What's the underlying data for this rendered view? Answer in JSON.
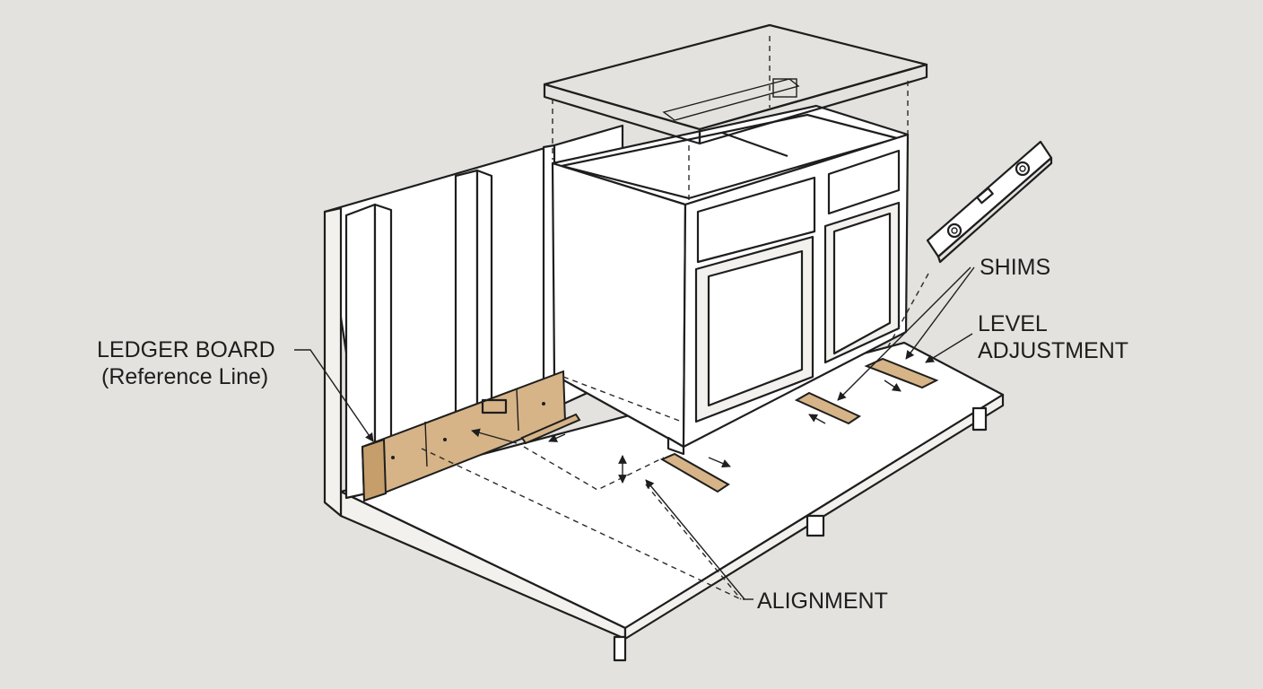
{
  "labels": {
    "ledger_board": "LEDGER BOARD",
    "reference_line": "(Reference Line)",
    "shims": "SHIMS",
    "level": "LEVEL",
    "adjustment": "ADJUSTMENT",
    "alignment": "ALIGNMENT"
  },
  "colors": {
    "background": "#e3e2de",
    "line": "#1e1e1e",
    "wood": "#d6b487",
    "countertop_glass": "#e9ecec"
  },
  "icons": [
    "spirit-level-icon"
  ]
}
